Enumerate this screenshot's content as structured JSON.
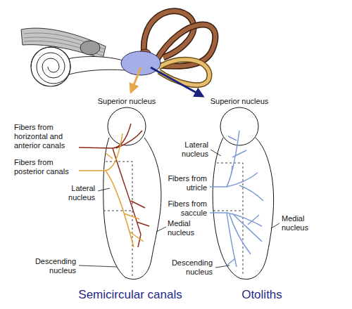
{
  "diagram": {
    "labels": [
      "Superior nucleus",
      "Fibers from horizontal and anterior canals",
      "Fibers from posterior canals",
      "Lateral nucleus",
      "Medial nucleus",
      "Descending nucleus",
      "Semicircular canals",
      "Superior nucleus",
      "Lateral nucleus",
      "Fibers from utricle",
      "Fibers from saccule",
      "Medial nucleus",
      "Descending nucleus",
      "Otoliths"
    ]
  }
}
